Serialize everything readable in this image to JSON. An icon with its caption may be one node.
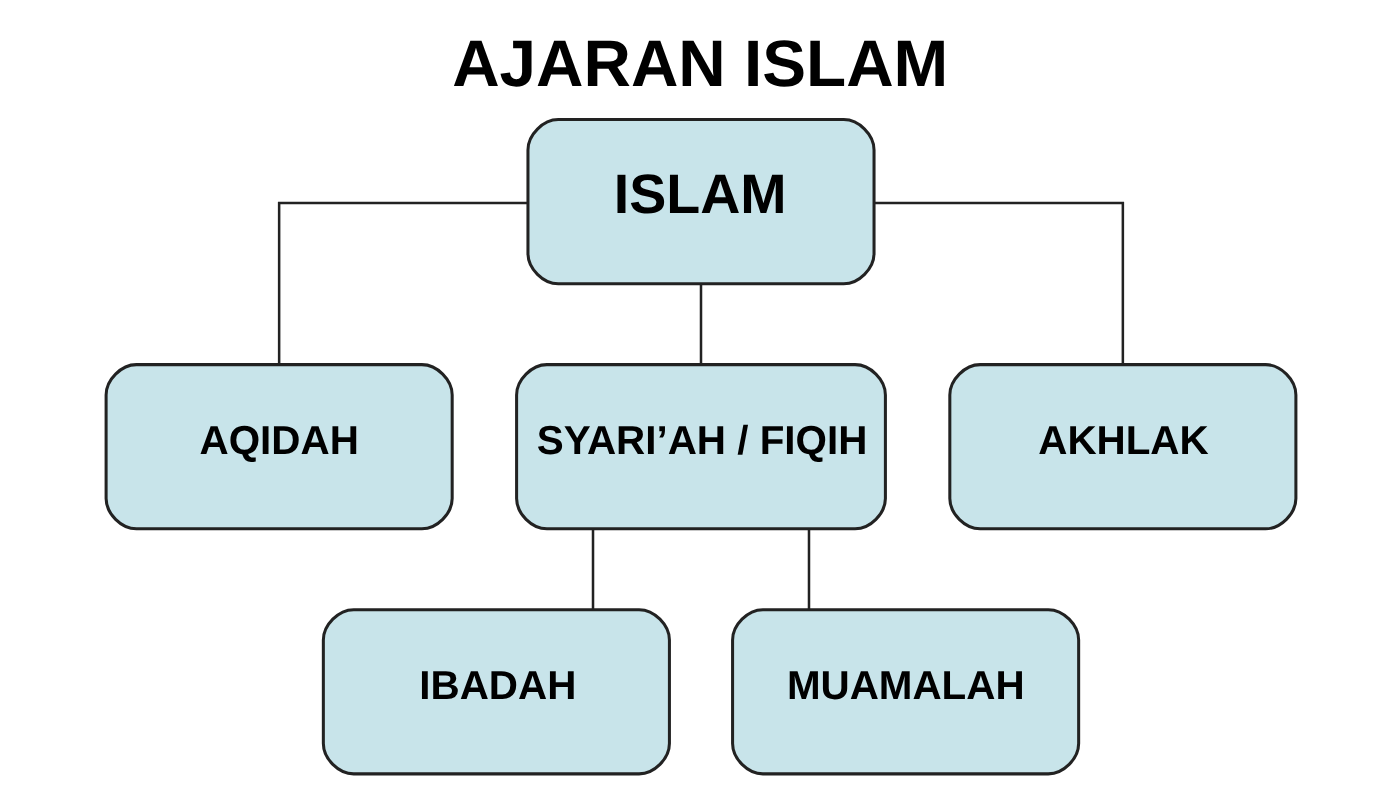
{
  "diagram": {
    "title": "AJARAN ISLAM",
    "nodes": [
      {
        "text": [
          "ISLAM"
        ]
      },
      {
        "text": [
          "AQIDAH"
        ]
      },
      {
        "text": [
          "SYARI’AH / FIQIH"
        ]
      },
      {
        "text": [
          "AKHLAK"
        ]
      },
      {
        "text": [
          "IBADAH"
        ]
      },
      {
        "text": [
          "MUAMALAH"
        ]
      }
    ],
    "edges": [
      {
        "from": 0,
        "to": 1,
        "arrow": "none"
      },
      {
        "from": 0,
        "to": 2,
        "arrow": "none"
      },
      {
        "from": 0,
        "to": 3,
        "arrow": "none"
      },
      {
        "from": 2,
        "to": 4,
        "arrow": "none"
      },
      {
        "from": 2,
        "to": 5,
        "arrow": "none"
      }
    ]
  }
}
